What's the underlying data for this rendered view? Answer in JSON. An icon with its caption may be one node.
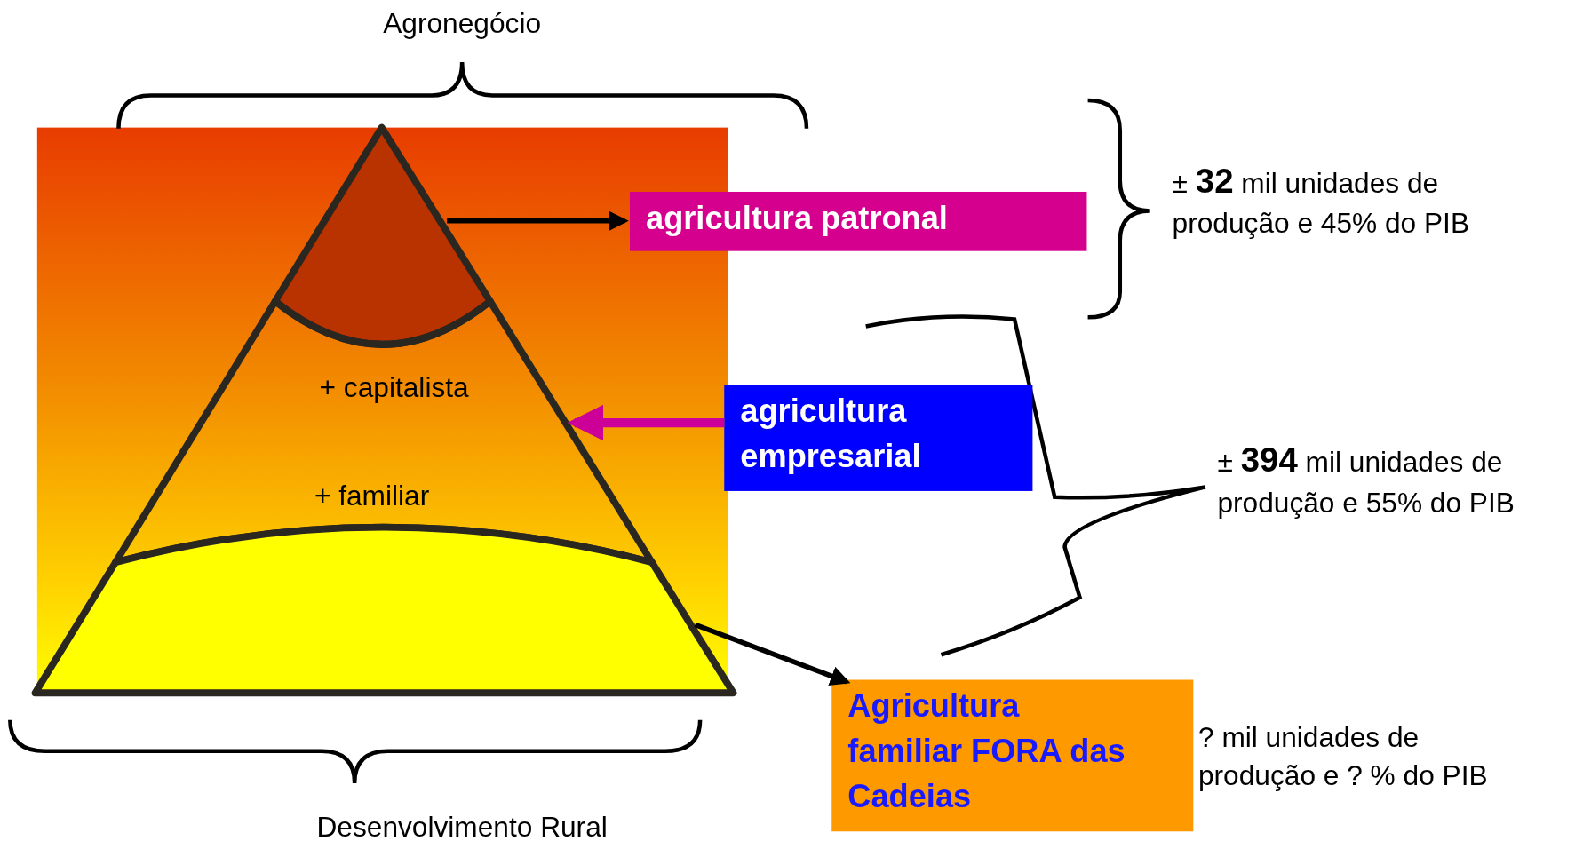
{
  "diagram": {
    "nodes": [
      {
        "text": [],
        "shape": "triangle"
      },
      {
        "text": [
          "+ capitalista",
          "+ familiar"
        ]
      },
      {
        "text": [],
        "shape": "band"
      },
      {
        "text": [
          "agricultura patronal"
        ]
      },
      {
        "text": [
          "agricultura empresarial"
        ]
      },
      {
        "text": [
          "Agricultura familiar FORA das Cadeias"
        ]
      }
    ],
    "edges": [
      {
        "from": 0,
        "to": 3,
        "arrow": "to"
      },
      {
        "from": 4,
        "to": 1,
        "arrow": "to",
        "style": "thick",
        "color": "#cc0099"
      },
      {
        "from": 2,
        "to": 5,
        "arrow": "to"
      }
    ],
    "labels": [
      "Agronegócio",
      "± **32** mil unidades de produção e 45% do PIB",
      "± **394** mil unidades de produção e 55% do PIB",
      "? mil unidades de produção e ? % do PIB",
      "Desenvolvimento Rural"
    ]
  }
}
